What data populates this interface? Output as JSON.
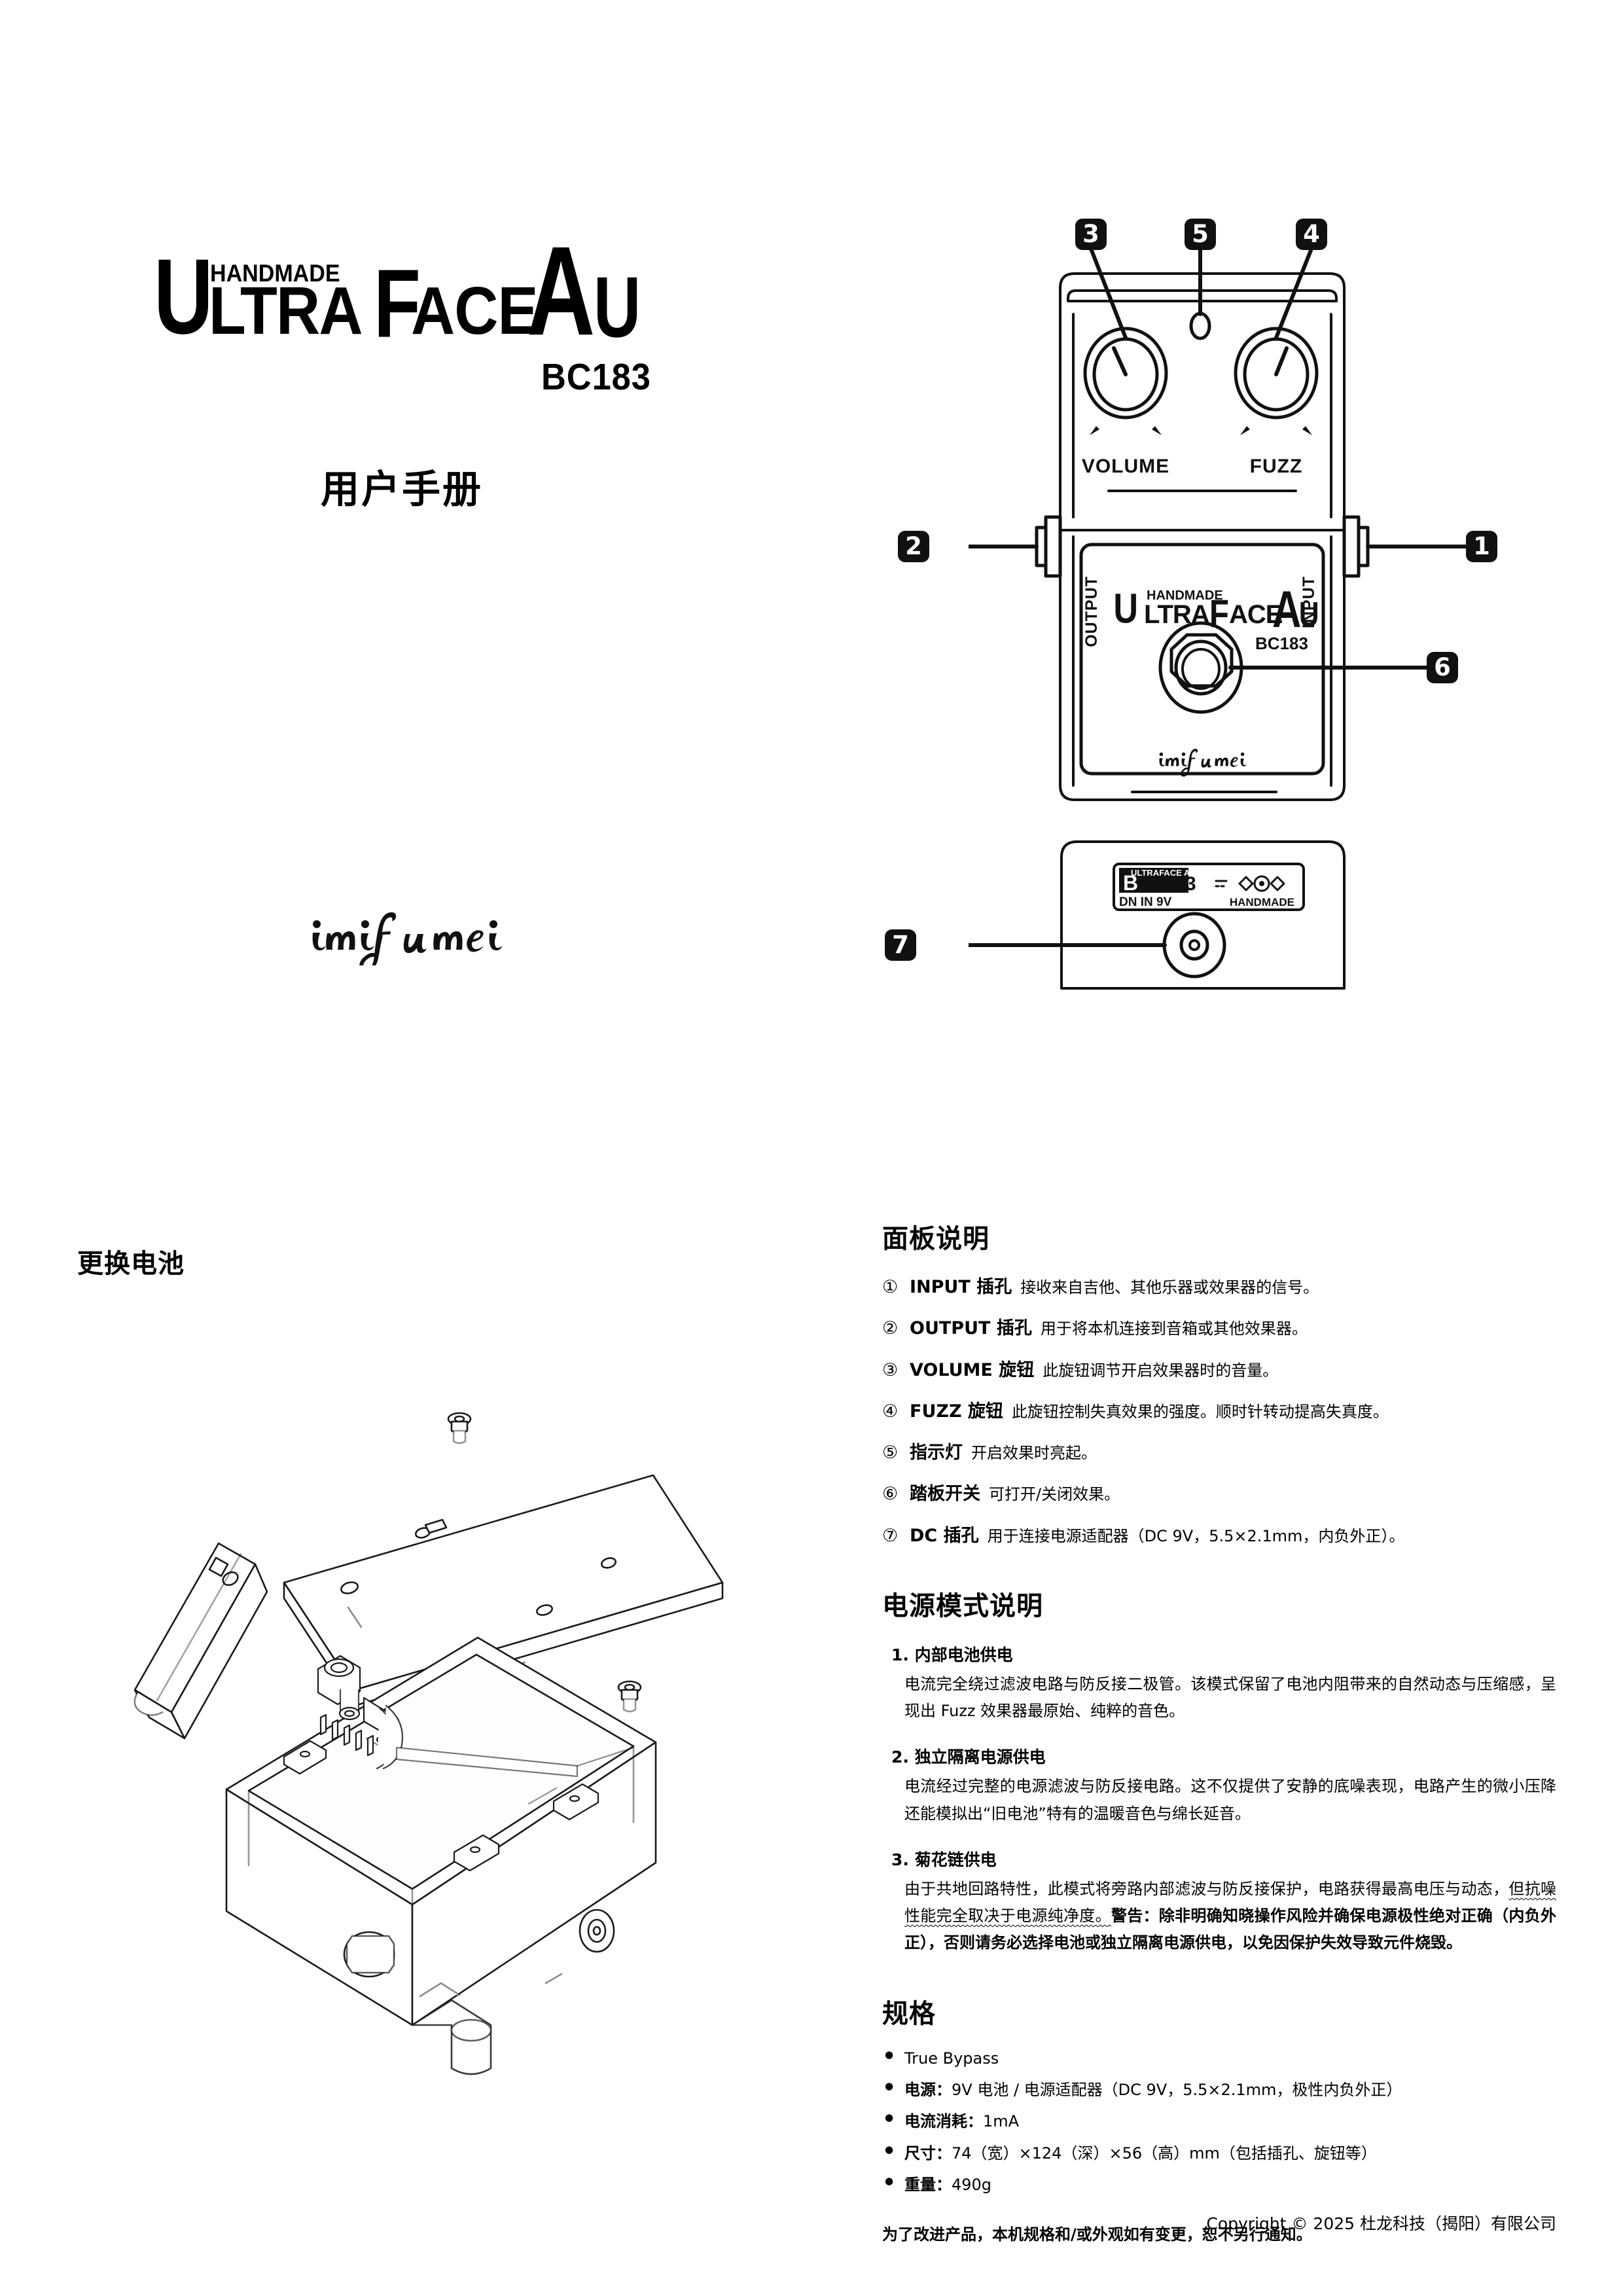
{
  "cover": {
    "logo": {
      "handmade": "HANDMADE",
      "u": "U",
      "ltra": "LTRA",
      "f": "F",
      "ace": "ACE",
      "au_a": "A",
      "au_u": "U",
      "model": "BC183"
    },
    "manual_title": "用户手册",
    "brand_script": "imifumei"
  },
  "pedal": {
    "knob_volume_label": "VOLUME",
    "knob_fuzz_label": "FUZZ",
    "jack_output_label": "OUTPUT",
    "jack_input_label": "INPUT",
    "face_logo": {
      "handmade": "HANDMADE",
      "u": "U",
      "ltra": "LTRA",
      "f": "F",
      "ace": "ACE",
      "au_a": "A",
      "au_u": "U",
      "model": "BC183"
    },
    "face_brand": "imifumei",
    "rear_badge": {
      "brand_tiny": "ULTRAFACE AU",
      "b": "B",
      "model": "C-183",
      "spec_line": "DN IN 9V",
      "handmade": "HANDMADE"
    },
    "callouts": [
      {
        "num": "1",
        "target": "input-jack"
      },
      {
        "num": "2",
        "target": "output-jack"
      },
      {
        "num": "3",
        "target": "volume-knob"
      },
      {
        "num": "4",
        "target": "fuzz-knob"
      },
      {
        "num": "5",
        "target": "led-indicator"
      },
      {
        "num": "6",
        "target": "footswitch"
      },
      {
        "num": "7",
        "target": "dc-jack"
      }
    ]
  },
  "battery_section": {
    "heading": "更换电池"
  },
  "panel": {
    "heading": "面板说明",
    "items": [
      {
        "num": "①",
        "name": "INPUT 插孔",
        "desc": "接收来自吉他、其他乐器或效果器的信号。"
      },
      {
        "num": "②",
        "name": "OUTPUT 插孔",
        "desc": "用于将本机连接到音箱或其他效果器。"
      },
      {
        "num": "③",
        "name": "VOLUME 旋钮",
        "desc": "此旋钮调节开启效果器时的音量。"
      },
      {
        "num": "④",
        "name": "FUZZ 旋钮",
        "desc": "此旋钮控制失真效果的强度。顺时针转动提高失真度。"
      },
      {
        "num": "⑤",
        "name": "指示灯",
        "desc": "开启效果时亮起。"
      },
      {
        "num": "⑥",
        "name": "踏板开关",
        "desc": "可打开/关闭效果。"
      },
      {
        "num": "⑦",
        "name": "DC 插孔",
        "desc": "用于连接电源适配器（DC 9V，5.5×2.1mm，内负外正）。"
      }
    ]
  },
  "power_modes": {
    "heading": "电源模式说明",
    "items": [
      {
        "title": "1. 内部电池供电",
        "body": "电流完全绕过滤波电路与防反接二极管。该模式保留了电池内阻带来的自然动态与压缩感，呈现出 Fuzz 效果器最原始、纯粹的音色。"
      },
      {
        "title": "2. 独立隔离电源供电",
        "body": "电流经过完整的电源滤波与防反接电路。这不仅提供了安静的底噪表现，电路产生的微小压降还能模拟出“旧电池”特有的温暖音色与绵长延音。"
      },
      {
        "title": "3. 菊花链供电",
        "body_part1": "由于共地回路特性，此模式将旁路内部滤波与防反接保护，电路获得最高电压与动态，",
        "body_squiggle": "但抗噪性能完全取决于电源纯净度。",
        "body_warn": "警告：除非明确知晓操作风险并确保电源极性绝对正确（内负外正），否则请务必选择电池或独立隔离电源供电，以免因保护失效导致元件烧毁。"
      }
    ]
  },
  "spec": {
    "heading": "规格",
    "items": [
      {
        "label": "",
        "value": "True Bypass"
      },
      {
        "label": "电源：",
        "value": "9V 电池 / 电源适配器（DC 9V，5.5×2.1mm，极性内负外正）"
      },
      {
        "label": "电流消耗：",
        "value": "1mA"
      },
      {
        "label": "尺寸：",
        "value": "74（宽）×124（深）×56（高）mm（包括插孔、旋钮等）"
      },
      {
        "label": "重量：",
        "value": "490g"
      }
    ],
    "note": "为了改进产品，本机规格和/或外观如有变更，恕不另行通知。"
  },
  "footer": {
    "copyright": "Copyright © 2025  杜龙科技（揭阳）有限公司"
  },
  "colors": {
    "ink": "#000000",
    "paper": "#ffffff",
    "badge_bg": "#111111",
    "badge_text": "#ffffff"
  }
}
